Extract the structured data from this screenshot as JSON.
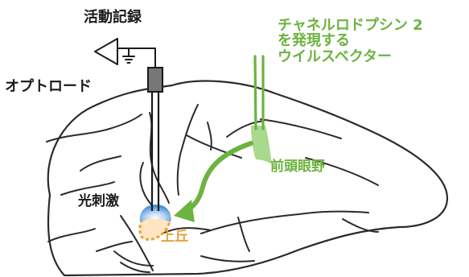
{
  "labels": {
    "recording": "活動記録",
    "optrode": "オプトロード",
    "virus_line1": "チャネルロドプシン 2",
    "virus_line2": "を発現する",
    "virus_line3": "ウイルスベクター",
    "fef": "前頭眼野",
    "light_stim": "光刺激",
    "superior_colliculus": "上丘"
  },
  "colors": {
    "outline": "#2b2b2b",
    "virus_green": "#6cb33f",
    "injection_fill": "#a9d98c",
    "colliculus_orange": "#e8a23a",
    "light_blue": "#4a90d9",
    "text_dark": "#1a1a1a"
  },
  "icons": {
    "amplifier": "amplifier-triangle-icon",
    "ground": "ground-symbol-icon"
  }
}
